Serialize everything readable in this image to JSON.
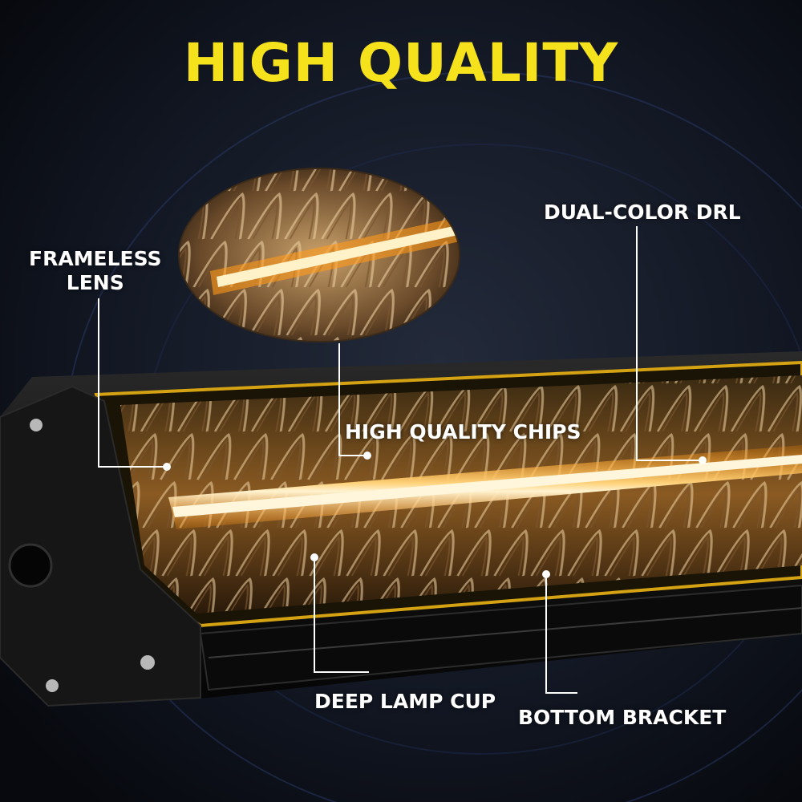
{
  "title": "HIGH QUALITY",
  "callouts": {
    "frameless_lens": [
      "FRAMELESS",
      "LENS"
    ],
    "dual_color_drl": "DUAL-COLOR DRL",
    "high_quality_chips": "HIGH QUALITY CHIPS",
    "deep_lamp_cup": "DEEP LAMP CUP",
    "bottom_bracket": "BOTTOM BRACKET"
  },
  "colors": {
    "title": "#f6e21c",
    "drl_amber": "#ffa31a",
    "background": "#0c0f16"
  }
}
